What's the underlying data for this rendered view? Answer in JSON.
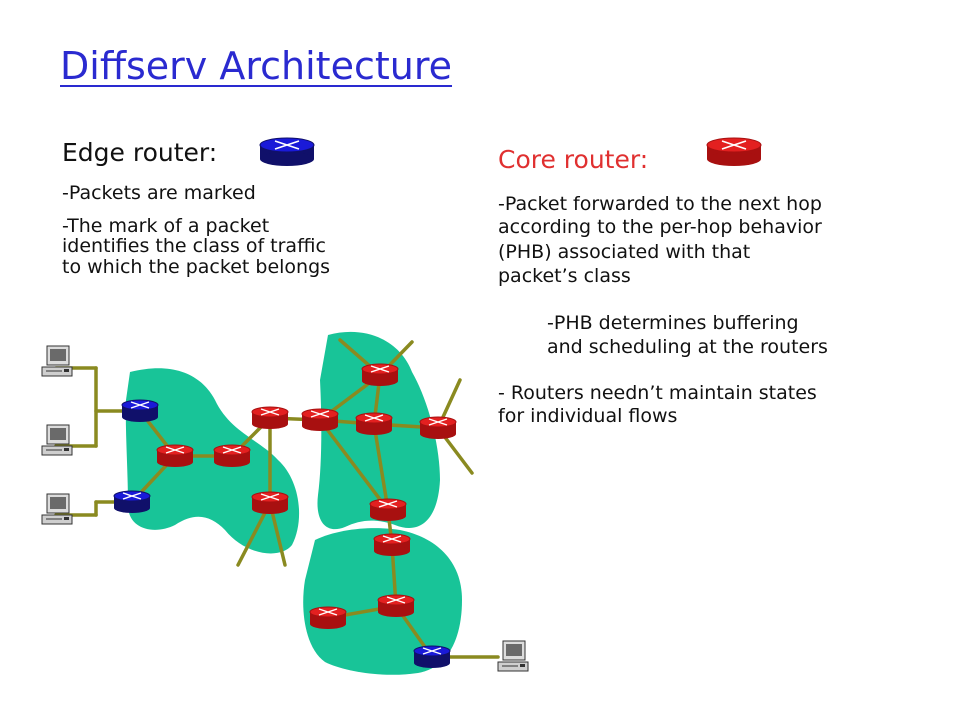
{
  "title": "Diffserv Architecture",
  "edge": {
    "heading": "Edge router:",
    "point1": "-Packets are marked",
    "point2_line1": "-The mark of a packet",
    "point2_line2": "identifies the class of traffic",
    "point2_line3": "to which the packet belongs"
  },
  "core": {
    "heading": "Core router:",
    "point1_line1": "-Packet forwarded to the next hop",
    "point1_line2": "according to the per-hop behavior",
    "point1_line3": "(PHB) associated with that",
    "point1_line4": "packet’s class",
    "sub_line1": "-PHB determines buffering",
    "sub_line2": "and scheduling at the routers",
    "point2_line1": "- Routers needn’t maintain states",
    "point2_line2": "for individual flows"
  },
  "colors": {
    "title": "#2a2ad0",
    "core_heading": "#e03030",
    "edge_router": "#1a1ad8",
    "core_router": "#e32020",
    "domain_fill": "#18c498",
    "link": "#8a8a20"
  },
  "icons": {
    "edge_router": "router-icon",
    "core_router": "router-icon",
    "host": "computer-icon"
  }
}
